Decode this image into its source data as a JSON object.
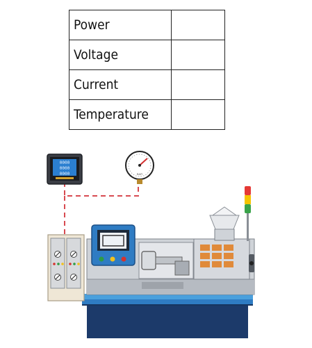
{
  "table": {
    "rows": [
      {
        "label": "Power",
        "value": ""
      },
      {
        "label": "Voltage",
        "value": ""
      },
      {
        "label": "Current",
        "value": ""
      },
      {
        "label": "Temperature",
        "value": ""
      }
    ]
  },
  "meter_display": {
    "line1": "0000",
    "line2": "0000",
    "line3": "0000"
  },
  "gauge": {
    "unit": "BAR"
  },
  "colors": {
    "connector": "#d84a50",
    "machine_base": "#1c3a6a",
    "machine_bed": "#2f7cc3",
    "panel": "#efe7d6",
    "beacon": [
      "#e53935",
      "#f5c400",
      "#3aa34a"
    ]
  }
}
